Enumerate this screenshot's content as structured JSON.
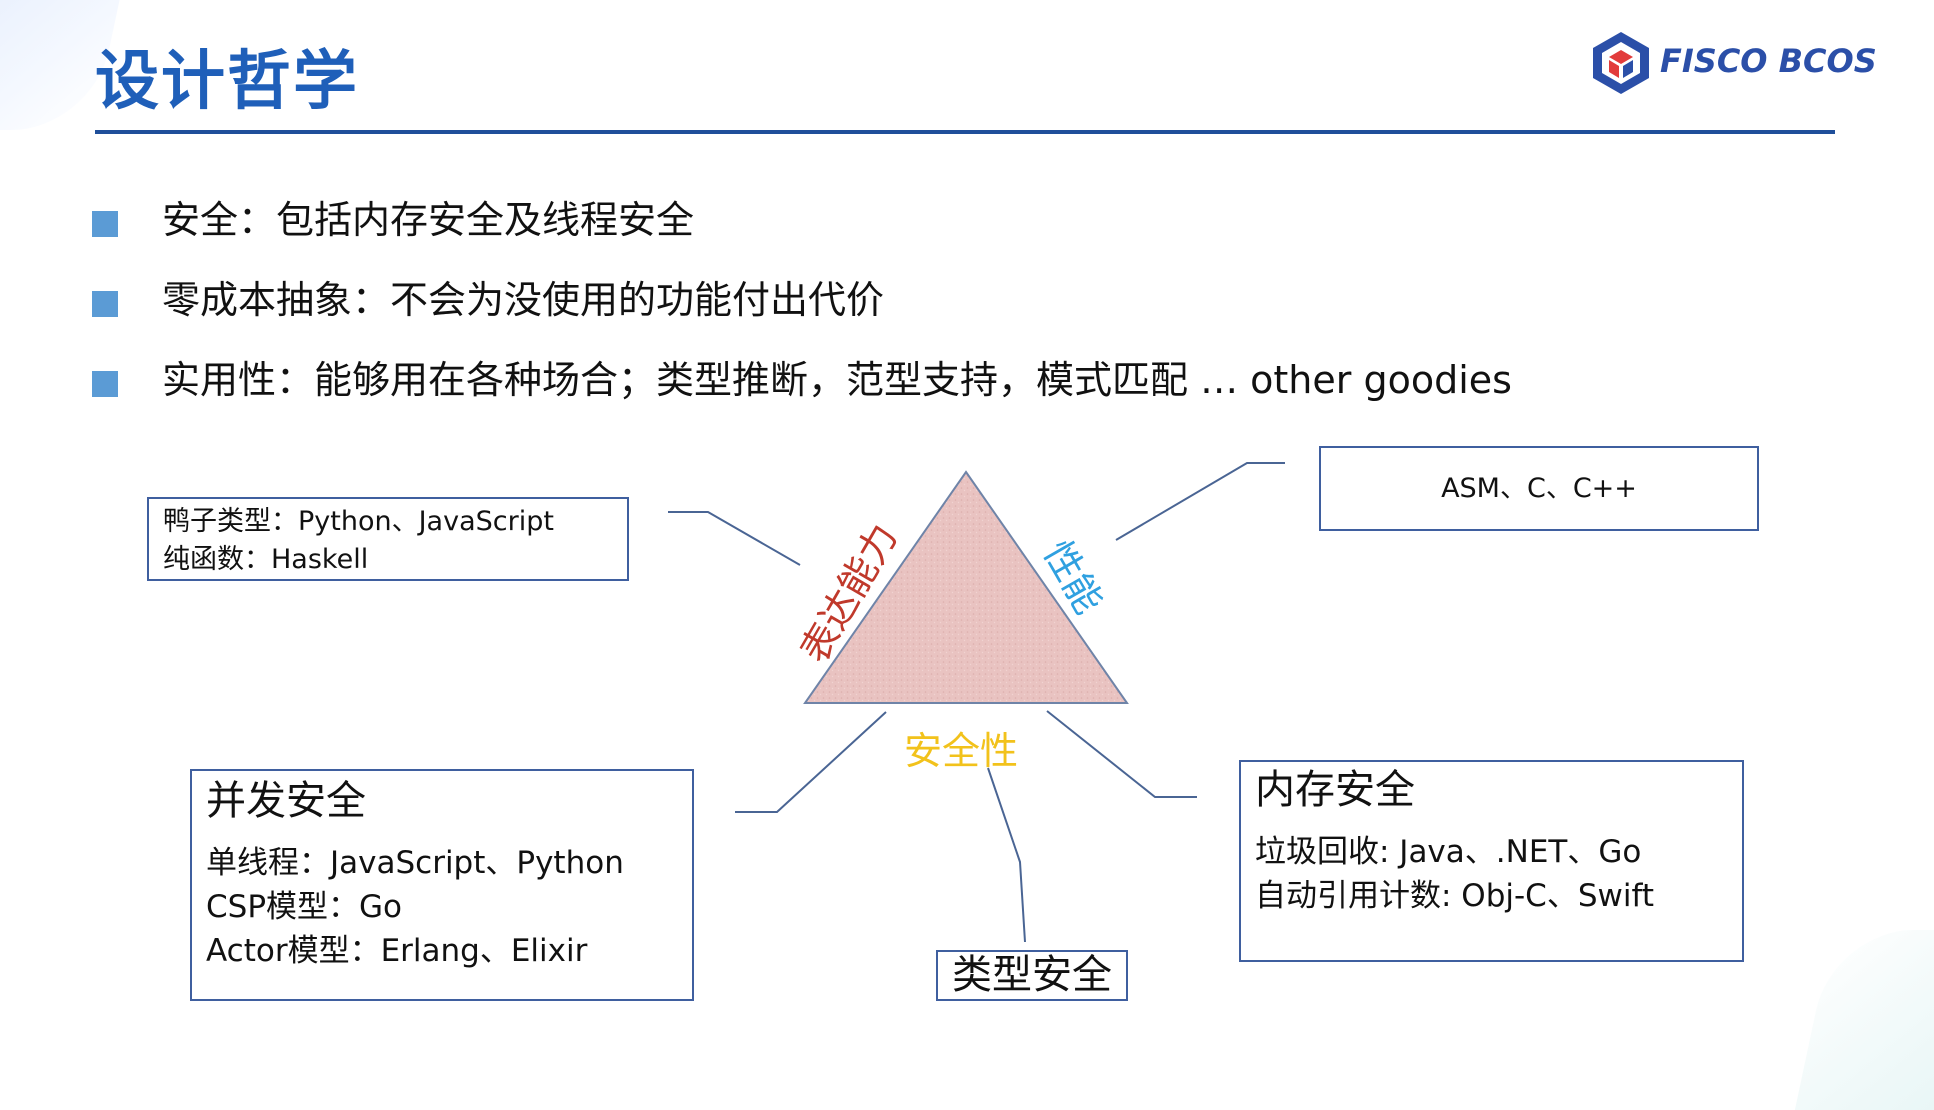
{
  "slide": {
    "title": "设计哲学",
    "logo_text": "FISCO BCOS"
  },
  "bullets": [
    "安全：包括内存安全及线程安全",
    "零成本抽象：不会为没使用的功能付出代价",
    "实用性：能够用在各种场合；类型推断，范型支持，模式匹配 … other goodies"
  ],
  "diagram": {
    "triangle_labels": {
      "left": "表达能力",
      "right": "性能",
      "bottom": "安全性"
    },
    "boxes": {
      "top_left": [
        "鸭子类型：Python、JavaScript",
        "纯函数：Haskell"
      ],
      "top_right": "ASM、C、C++",
      "bottom_left": {
        "title": "并发安全",
        "lines": [
          "单线程：JavaScript、Python",
          "CSP模型：Go",
          "Actor模型：Erlang、Elixir"
        ]
      },
      "bottom_right": {
        "title": "内存安全",
        "lines": [
          "垃圾回收: Java、.NET、Go",
          "自动引用计数: Obj-C、Swift"
        ]
      },
      "bottom_center": "类型安全"
    }
  },
  "colors": {
    "title": "#1f5fb9",
    "bullet_square": "#5b9bd5",
    "expressiveness": "#c0392b",
    "performance": "#2fa0e0",
    "safety": "#f2c21b",
    "triangle_fill": "#e9c3c1"
  }
}
